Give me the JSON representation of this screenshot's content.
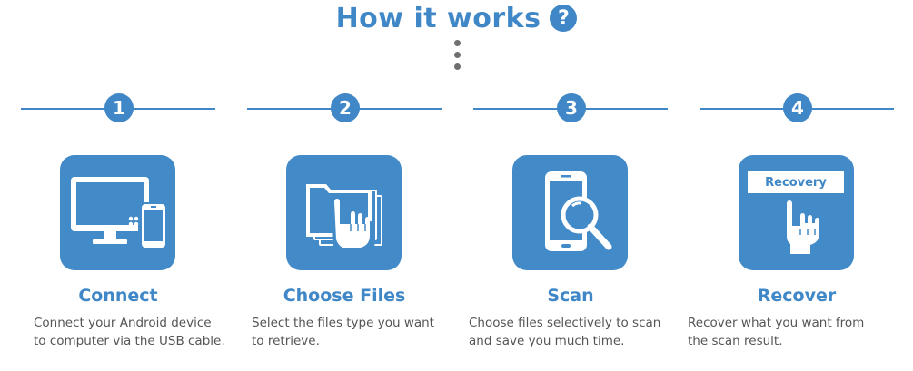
{
  "header": {
    "title": "How it works",
    "help_glyph": "?"
  },
  "colors": {
    "accent": "#3f87c6",
    "tile": "#428bc8",
    "text": "#555555"
  },
  "steps": [
    {
      "number": "1",
      "name": "Connect",
      "icon": "computer-phone-icon",
      "desc": [
        "Connect your Android device",
        "to computer via the USB cable."
      ]
    },
    {
      "number": "2",
      "name": "Choose Files",
      "icon": "folder-hand-icon",
      "desc": [
        "Select the files type you want",
        "to retrieve."
      ]
    },
    {
      "number": "3",
      "name": "Scan",
      "icon": "phone-magnifier-icon",
      "desc": [
        "Choose files selectively to scan",
        "and save you much time."
      ]
    },
    {
      "number": "4",
      "name": "Recover",
      "icon": "recovery-button-hand-icon",
      "icon_label": "Recovery",
      "desc": [
        "Recover what you want from",
        "the scan result."
      ]
    }
  ]
}
